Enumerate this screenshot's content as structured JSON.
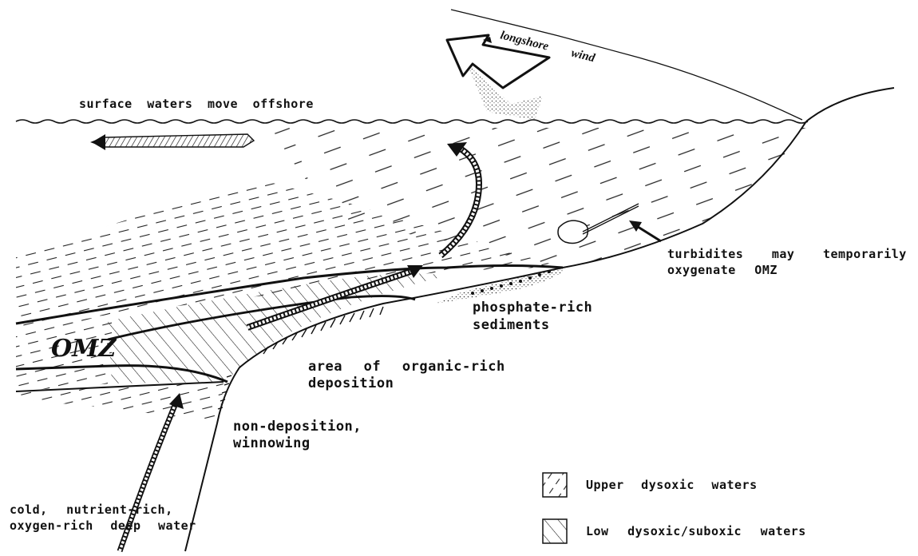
{
  "labels": {
    "wind": "longshore wind",
    "surface": "surface waters move offshore",
    "turbidites_1": "turbidites may temporarily",
    "turbidites_2": "oxygenate OMZ",
    "phosphate_1": "phosphate-rich",
    "phosphate_2": "sediments",
    "omz": "OMZ",
    "organic_1": "area of organic-rich",
    "organic_2": "deposition",
    "nondep_1": "non-deposition,",
    "nondep_2": "winnowing",
    "cold_1": "cold, nutrient-rich,",
    "cold_2": "oxygen-rich deep water"
  },
  "legend": [
    {
      "label": "Upper dysoxic waters",
      "pattern": "sparse-dashes"
    },
    {
      "label": "Low dysoxic/suboxic waters",
      "pattern": "diagonal-hatch"
    }
  ]
}
